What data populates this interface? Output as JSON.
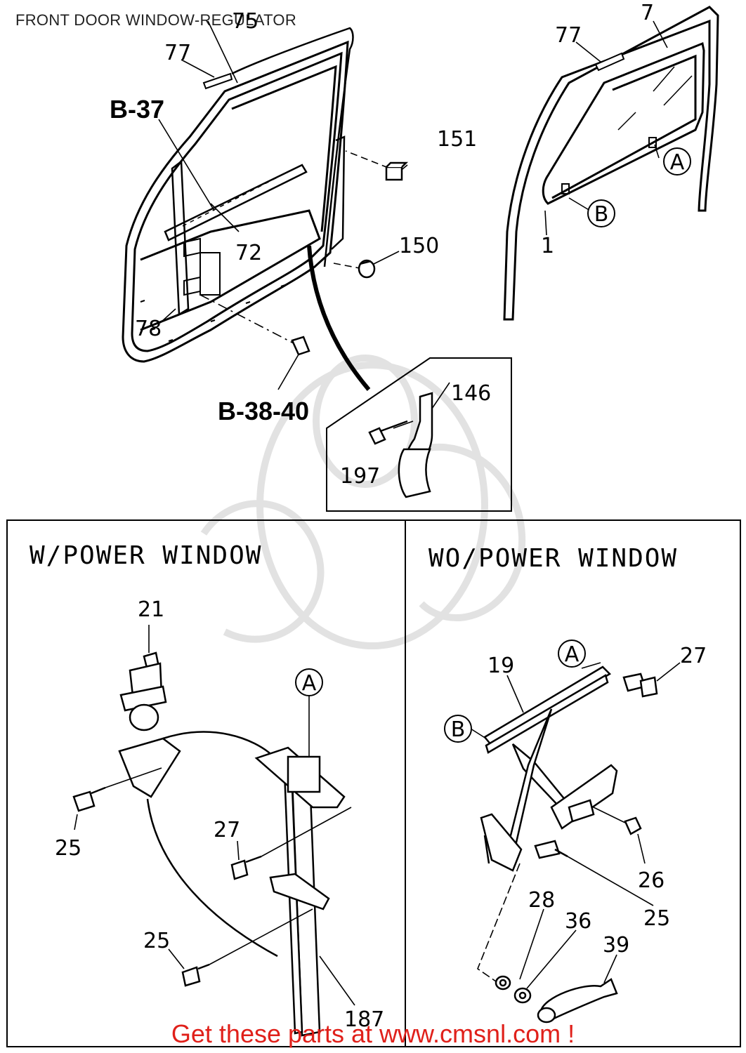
{
  "page": {
    "title": "FRONT DOOR WINDOW-REGULATOR"
  },
  "callouts": {
    "c75": "75",
    "c77a": "77",
    "c77b": "77",
    "c7": "7",
    "c151": "151",
    "cA1": "A",
    "cB1": "B",
    "c1": "1",
    "c72": "72",
    "c150": "150",
    "c78": "78",
    "c146": "146",
    "c197": "197",
    "c21": "21",
    "cA2": "A",
    "c25a": "25",
    "c27a": "27",
    "c25b": "25",
    "c187": "187",
    "cA3": "A",
    "c19": "19",
    "c27b": "27",
    "cB2": "B",
    "c26": "26",
    "c25c": "25",
    "c28": "28",
    "c36": "36",
    "c39": "39"
  },
  "references": {
    "b37": "B-37",
    "b3840": "B-38-40"
  },
  "sections": {
    "power": "W/POWER WINDOW",
    "nopower": "WO/POWER WINDOW"
  },
  "footer": {
    "text": "Get these parts at www.cmsnl.com !"
  }
}
